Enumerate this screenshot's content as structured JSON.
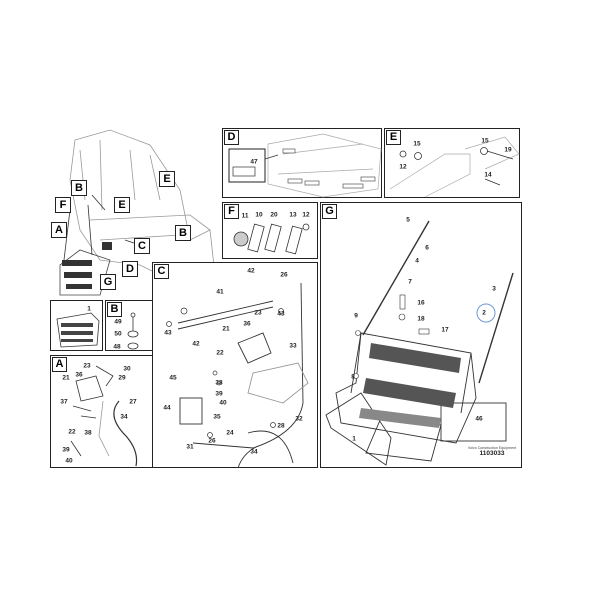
{
  "overview": {
    "letters": [
      "B",
      "E",
      "E",
      "F",
      "A",
      "C",
      "B",
      "D",
      "G"
    ]
  },
  "panels": {
    "D": {
      "letter": "D",
      "labels": [
        "47"
      ]
    },
    "E": {
      "letter": "E",
      "labels": [
        "15",
        "12",
        "15",
        "19",
        "14"
      ]
    },
    "F": {
      "letter": "F",
      "labels": [
        "11",
        "10",
        "20",
        "13",
        "12"
      ]
    },
    "G": {
      "letter": "G",
      "labels": [
        "5",
        "6",
        "4",
        "7",
        "16",
        "18",
        "17",
        "9",
        "8",
        "3",
        "2",
        "46",
        "1"
      ]
    },
    "C": {
      "letter": "C",
      "labels": [
        "42",
        "26",
        "41",
        "43",
        "43",
        "42",
        "23",
        "36",
        "21",
        "22",
        "33",
        "38",
        "39",
        "40",
        "45",
        "44",
        "35",
        "24",
        "26",
        "31",
        "32",
        "28",
        "34"
      ]
    },
    "P1": {
      "labels": [
        "1"
      ]
    },
    "B": {
      "letter": "B",
      "labels": [
        "49",
        "50",
        "48"
      ]
    },
    "A": {
      "letter": "A",
      "labels": [
        "23",
        "30",
        "21",
        "36",
        "29",
        "27",
        "37",
        "34",
        "22",
        "38",
        "39",
        "40"
      ]
    }
  },
  "highlight": {
    "label": "2",
    "color": "#6b9ad8"
  },
  "footer": {
    "brand": "Volvo Construction Equipment",
    "code": "1103033"
  }
}
